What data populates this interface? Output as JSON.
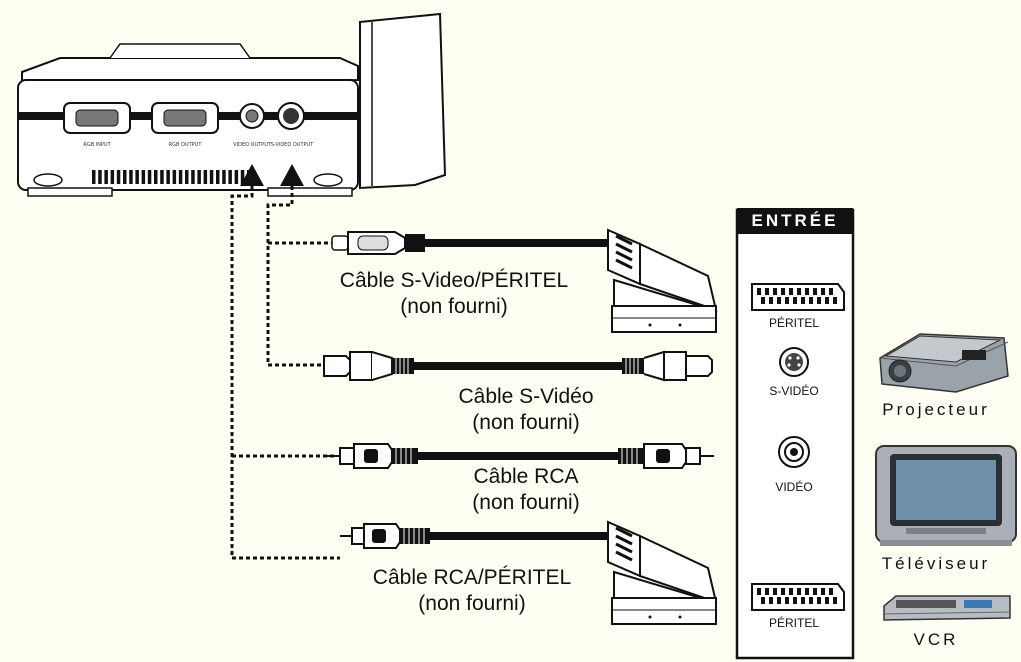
{
  "panel": {
    "title": "ENTRÉE",
    "ports": [
      "PÉRITEL",
      "S-VIDÉO",
      "VIDÉO",
      "PÉRITEL"
    ]
  },
  "cables": [
    {
      "line1": "Câble S-Video/PÉRITEL",
      "line2": "(non fourni)"
    },
    {
      "line1": "Câble S-Vidéo",
      "line2": "(non fourni)"
    },
    {
      "line1": "Câble RCA",
      "line2": "(non fourni)"
    },
    {
      "line1": "Câble RCA/PÉRITEL",
      "line2": "(non fourni)"
    }
  ],
  "devices": [
    "Projecteur",
    "Téléviseur",
    "VCR"
  ],
  "camera_ports": [
    "RGB INPUT",
    "RGB OUTPUT",
    "VIDEO OUTPUT",
    "S-VIDEO OUTPUT"
  ],
  "colors": {
    "line": "#111111",
    "panel": "#111111",
    "screen": "#6f8fa8",
    "background": "#fefef2"
  }
}
